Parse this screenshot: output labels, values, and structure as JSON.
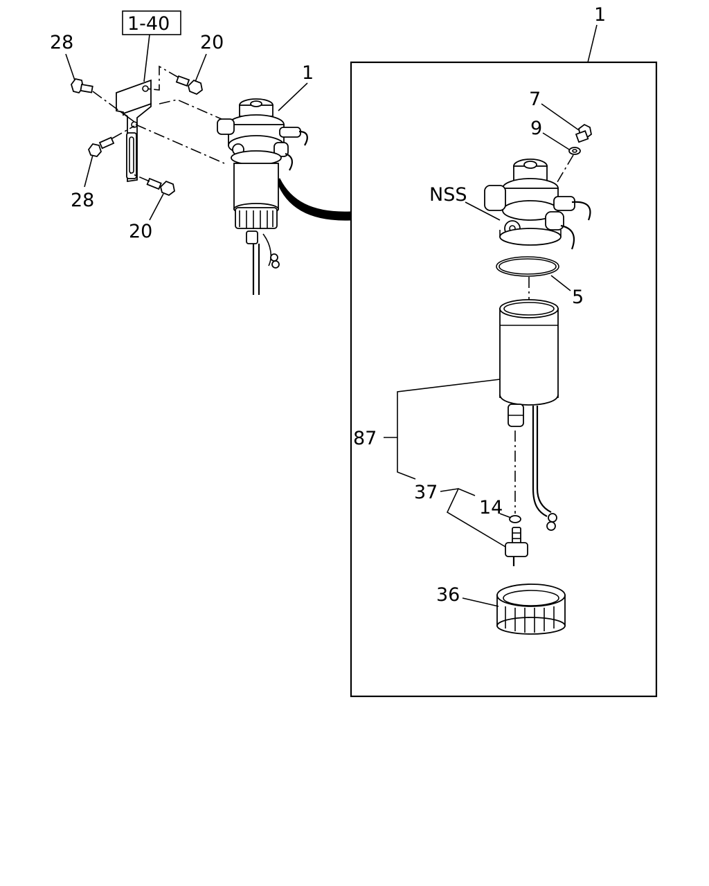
{
  "callouts": {
    "assembly_top": "1",
    "assembly_left": "1",
    "ref_box": "1-40",
    "bolt_28_top": "28",
    "bolt_28_bottom": "28",
    "bolt_20_top": "20",
    "bolt_20_bottom": "20",
    "part_7": "7",
    "part_9": "9",
    "nss": "NSS",
    "part_5": "5",
    "part_87": "87",
    "part_37": "37",
    "part_14": "14",
    "part_36": "36"
  },
  "colors": {
    "line": "#000000",
    "background": "#ffffff"
  }
}
